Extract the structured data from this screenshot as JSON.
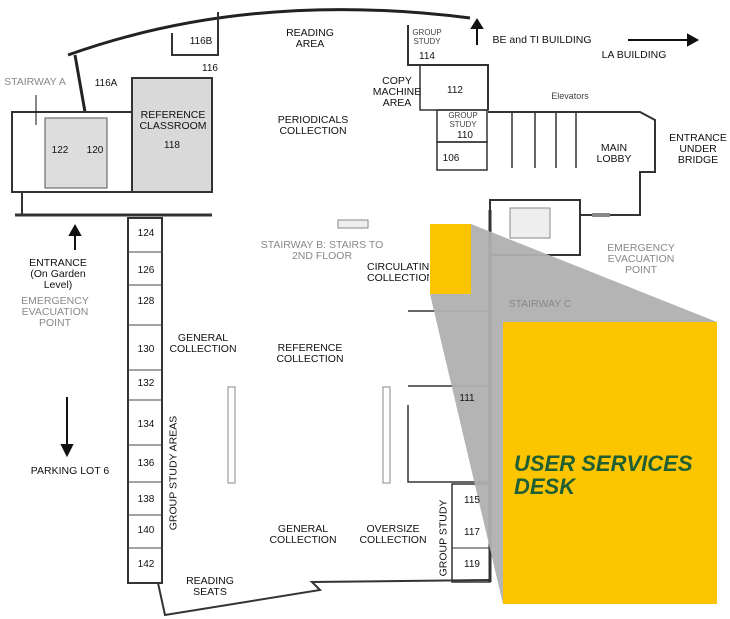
{
  "title_highlight": "USER SERVICES DESK",
  "colors": {
    "highlight": "#fcc500",
    "callout": "#b0b0b0",
    "highlight_text": "#1f5f33",
    "walls": "#222222"
  },
  "directions": {
    "be_ti": "BE and TI BUILDING",
    "la": "LA BUILDING",
    "parking": "PARKING LOT 6"
  },
  "areas": {
    "reading_area": "READING\nAREA",
    "periodicals": "PERIODICALS\nCOLLECTION",
    "stairway_a": "STAIRWAY A",
    "stairway_b": "STAIRWAY B: STAIRS TO\n2ND FLOOR",
    "stairway_c": "STAIRWAY C",
    "circulating": "CIRCULATING\nCOLLECTION",
    "reference_classroom": "REFERENCE\nCLASSROOM",
    "entrance_garden": "ENTRANCE\n(On Garden\nLevel)",
    "emergency_left": "EMERGENCY\nEVACUATION\nPOINT",
    "emergency_right": "EMERGENCY\nEVACUATION\nPOINT",
    "general_collection_1": "GENERAL\nCOLLECTION",
    "reference_collection": "REFERENCE\nCOLLECTION",
    "general_collection_2": "GENERAL\nCOLLECTION",
    "oversize_collection": "OVERSIZE\nCOLLECTION",
    "reading_seats": "READING\nSEATS",
    "group_study_areas": "GROUP STUDY AREAS",
    "group_study_vertical": "GROUP STUDY",
    "copy_machine": "COPY\nMACHINE\nAREA",
    "group_study_114": "GROUP\nSTUDY",
    "group_study_110": "GROUP\nSTUDY",
    "elevators": "Elevators",
    "main_lobby": "MAIN\nLOBBY",
    "entrance_bridge": "ENTRANCE\nUNDER\nBRIDGE"
  },
  "rooms": {
    "r116b": "116B",
    "r116": "116",
    "r116a": "116A",
    "r118": "118",
    "r122": "122",
    "r120": "120",
    "r114": "114",
    "r112": "112",
    "r110": "110",
    "r106": "106",
    "r111": "111",
    "r115": "115",
    "r117": "117",
    "r119": "119",
    "r124": "124",
    "r126": "126",
    "r128": "128",
    "r130": "130",
    "r132": "132",
    "r134": "134",
    "r136": "136",
    "r138": "138",
    "r140": "140",
    "r142": "142"
  }
}
